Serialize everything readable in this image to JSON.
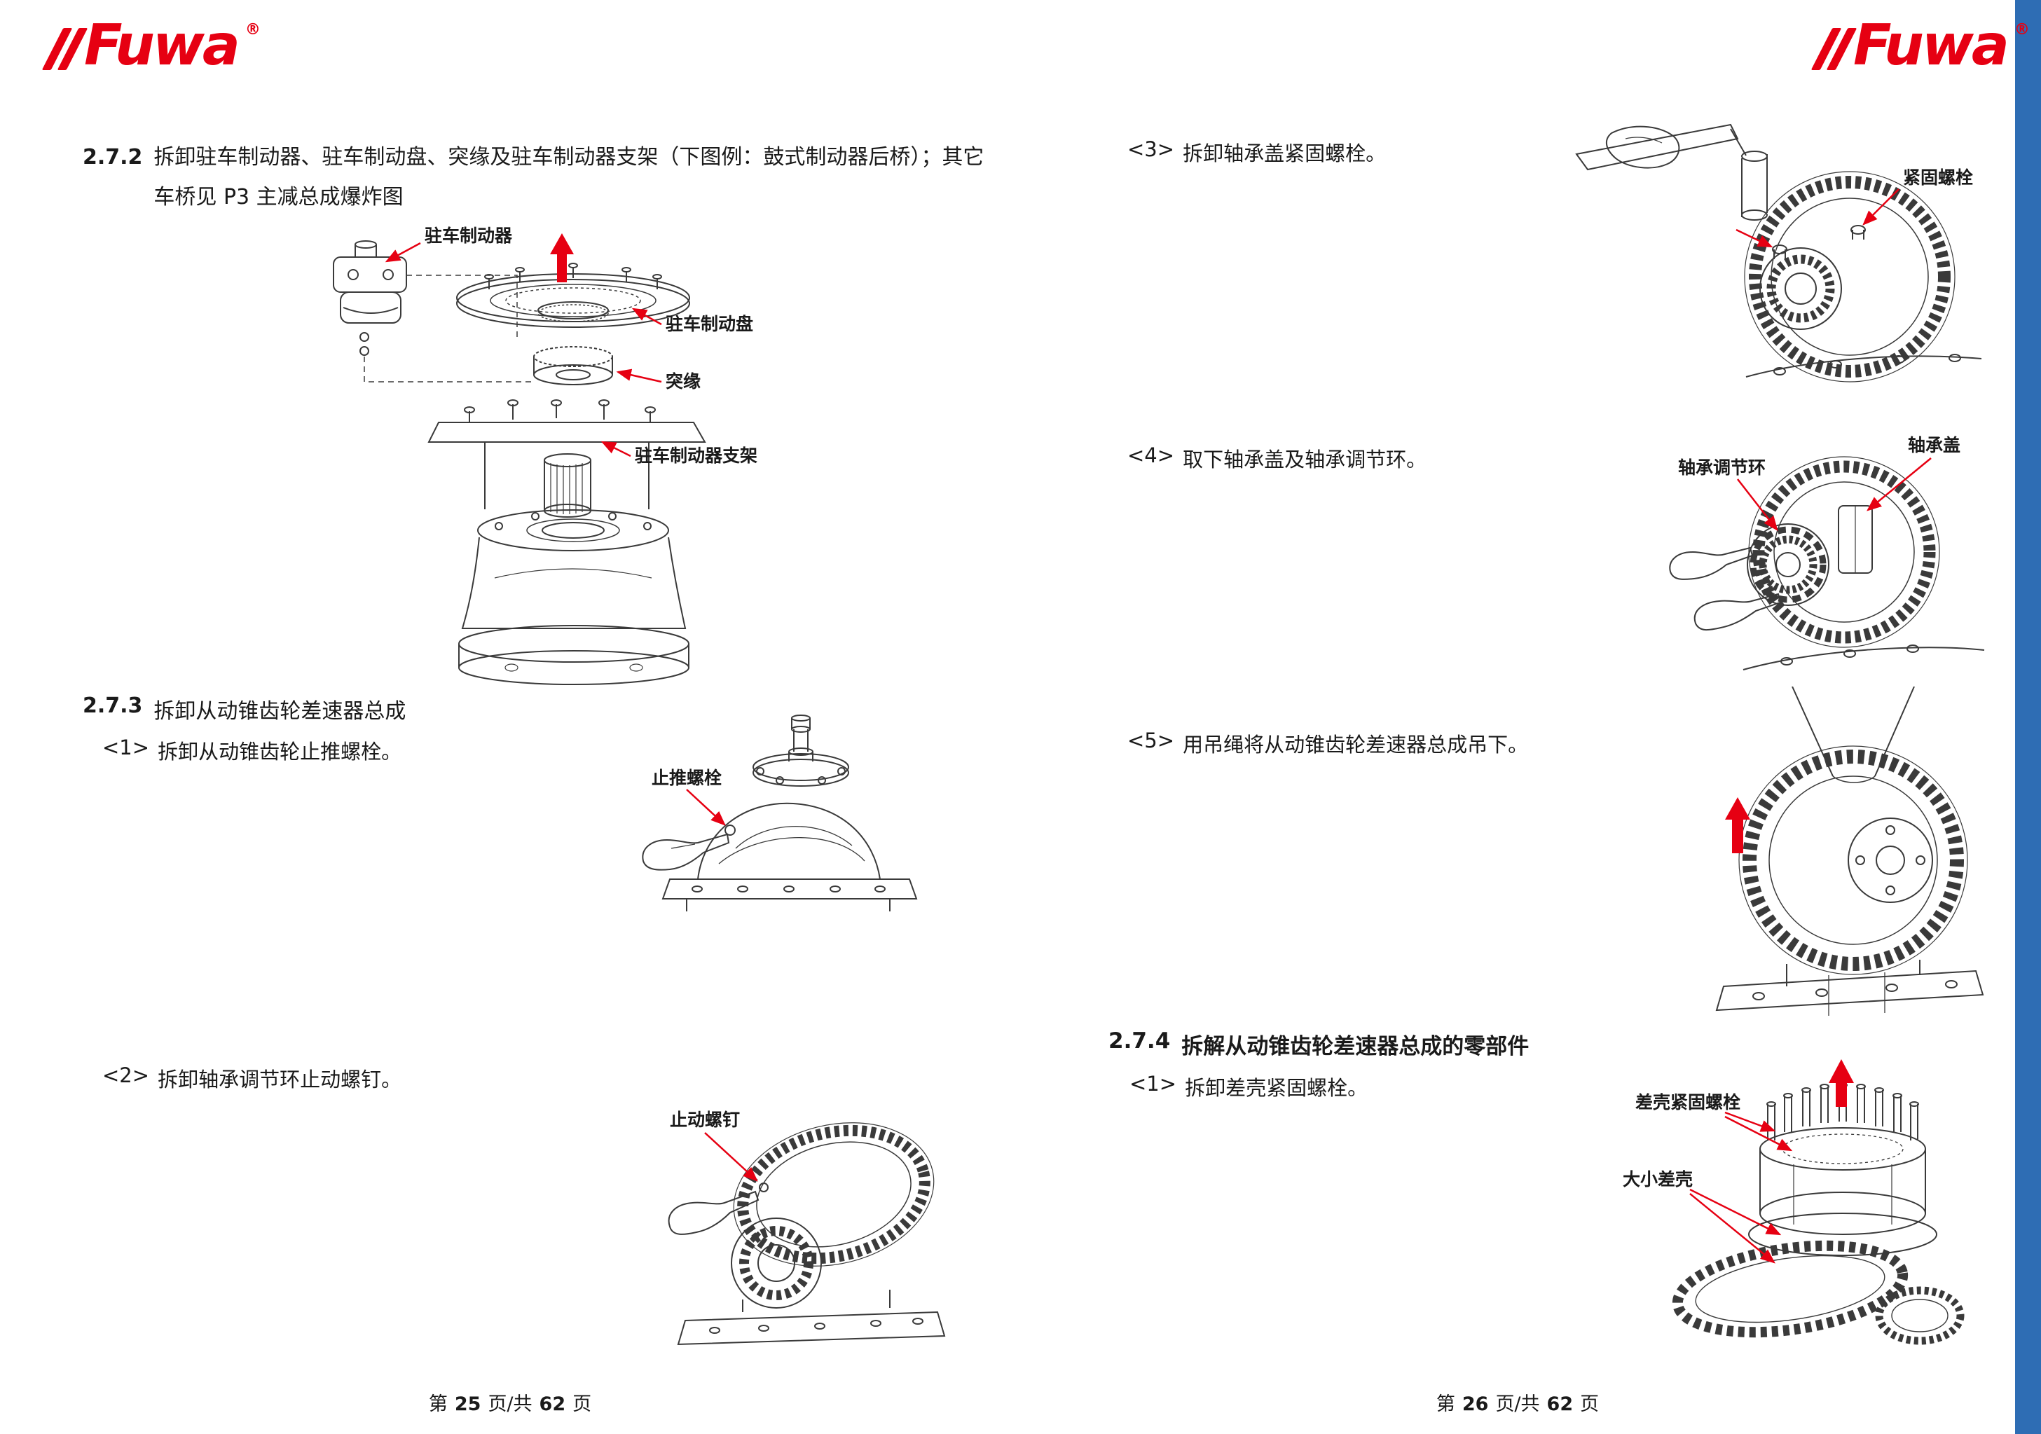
{
  "brand": {
    "name": "Fuwa",
    "reg": "®"
  },
  "left": {
    "s272": {
      "num": "2.7.2",
      "line1": "拆卸驻车制动器、驻车制动盘、突缘及驻车制动器支架（下图例：鼓式制动器后桥）；其它",
      "line2": "车桥见 P3 主减总成爆炸图"
    },
    "fig_brake": {
      "parking_brake": "驻车制动器",
      "brake_disc": "驻车制动盘",
      "flange": "突缘",
      "bracket": "驻车制动器支架"
    },
    "s273": {
      "num": "2.7.3",
      "title": "拆卸从动锥齿轮差速器总成"
    },
    "step1": {
      "marker": "<1>",
      "text": "拆卸从动锥齿轮止推螺栓。"
    },
    "fig_thrust": {
      "label": "止推螺栓"
    },
    "step2": {
      "marker": "<2>",
      "text": "拆卸轴承调节环止动螺钉。"
    },
    "fig_stop": {
      "label": "止动螺钉"
    },
    "footer": {
      "di": "第",
      "page": "25",
      "mid": "页/共",
      "total": "62",
      "ye": "页"
    }
  },
  "right": {
    "step3": {
      "marker": "<3>",
      "text": "拆卸轴承盖紧固螺栓。"
    },
    "fig_capbolt": {
      "label": "紧固螺栓"
    },
    "step4": {
      "marker": "<4>",
      "text": "取下轴承盖及轴承调节环。"
    },
    "fig_cap": {
      "adjust_ring": "轴承调节环",
      "cap": "轴承盖"
    },
    "step5": {
      "marker": "<5>",
      "text": "用吊绳将从动锥齿轮差速器总成吊下。"
    },
    "s274": {
      "num": "2.7.4",
      "title": "拆解从动锥齿轮差速器总成的零部件"
    },
    "step1": {
      "marker": "<1>",
      "text": "拆卸差壳紧固螺栓。"
    },
    "fig_case": {
      "bolts": "差壳紧固螺栓",
      "case": "大小差壳"
    },
    "footer": {
      "di": "第",
      "page": "26",
      "mid": "页/共",
      "total": "62",
      "ye": "页"
    }
  }
}
